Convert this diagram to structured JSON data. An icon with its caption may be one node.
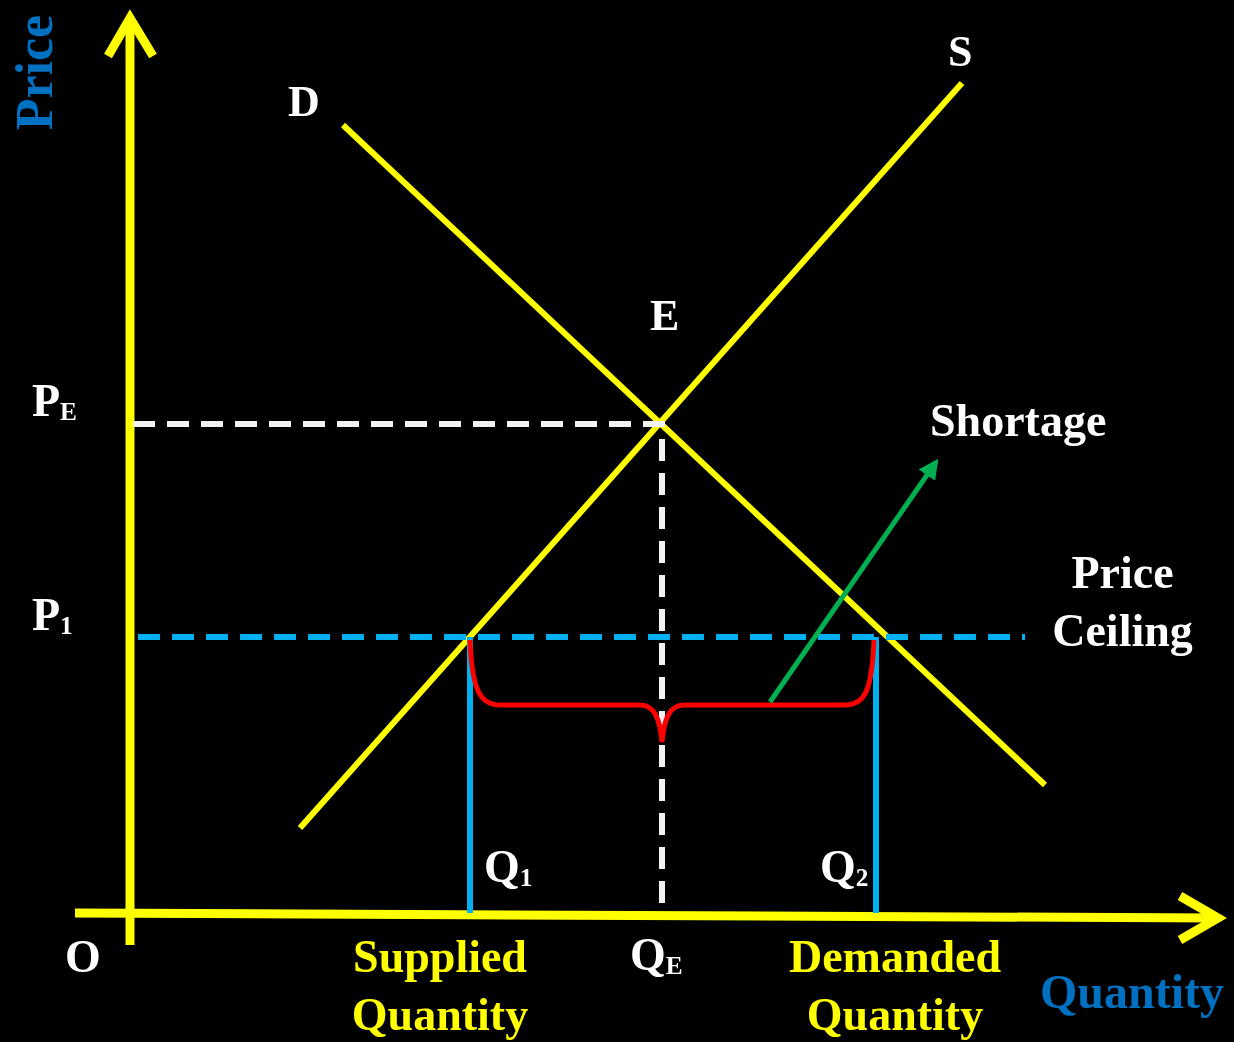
{
  "diagram": {
    "nodes": [
      {
        "text": [
          "Shortage"
        ]
      },
      {
        "text": [],
        "shape": "brace"
      }
    ],
    "edges": [
      {
        "from": 1,
        "to": 0,
        "arrow": "to"
      }
    ],
    "labels": [
      "Price",
      "D",
      "S",
      "E",
      "P$_{E}$",
      "P$_{1}$",
      "Price Ceiling",
      "Q$_{1}$",
      "Q$_{2}$",
      "O",
      "Supplied Quantity",
      "Q$_{E}$",
      "Demanded Quantity",
      "Quantity"
    ]
  }
}
